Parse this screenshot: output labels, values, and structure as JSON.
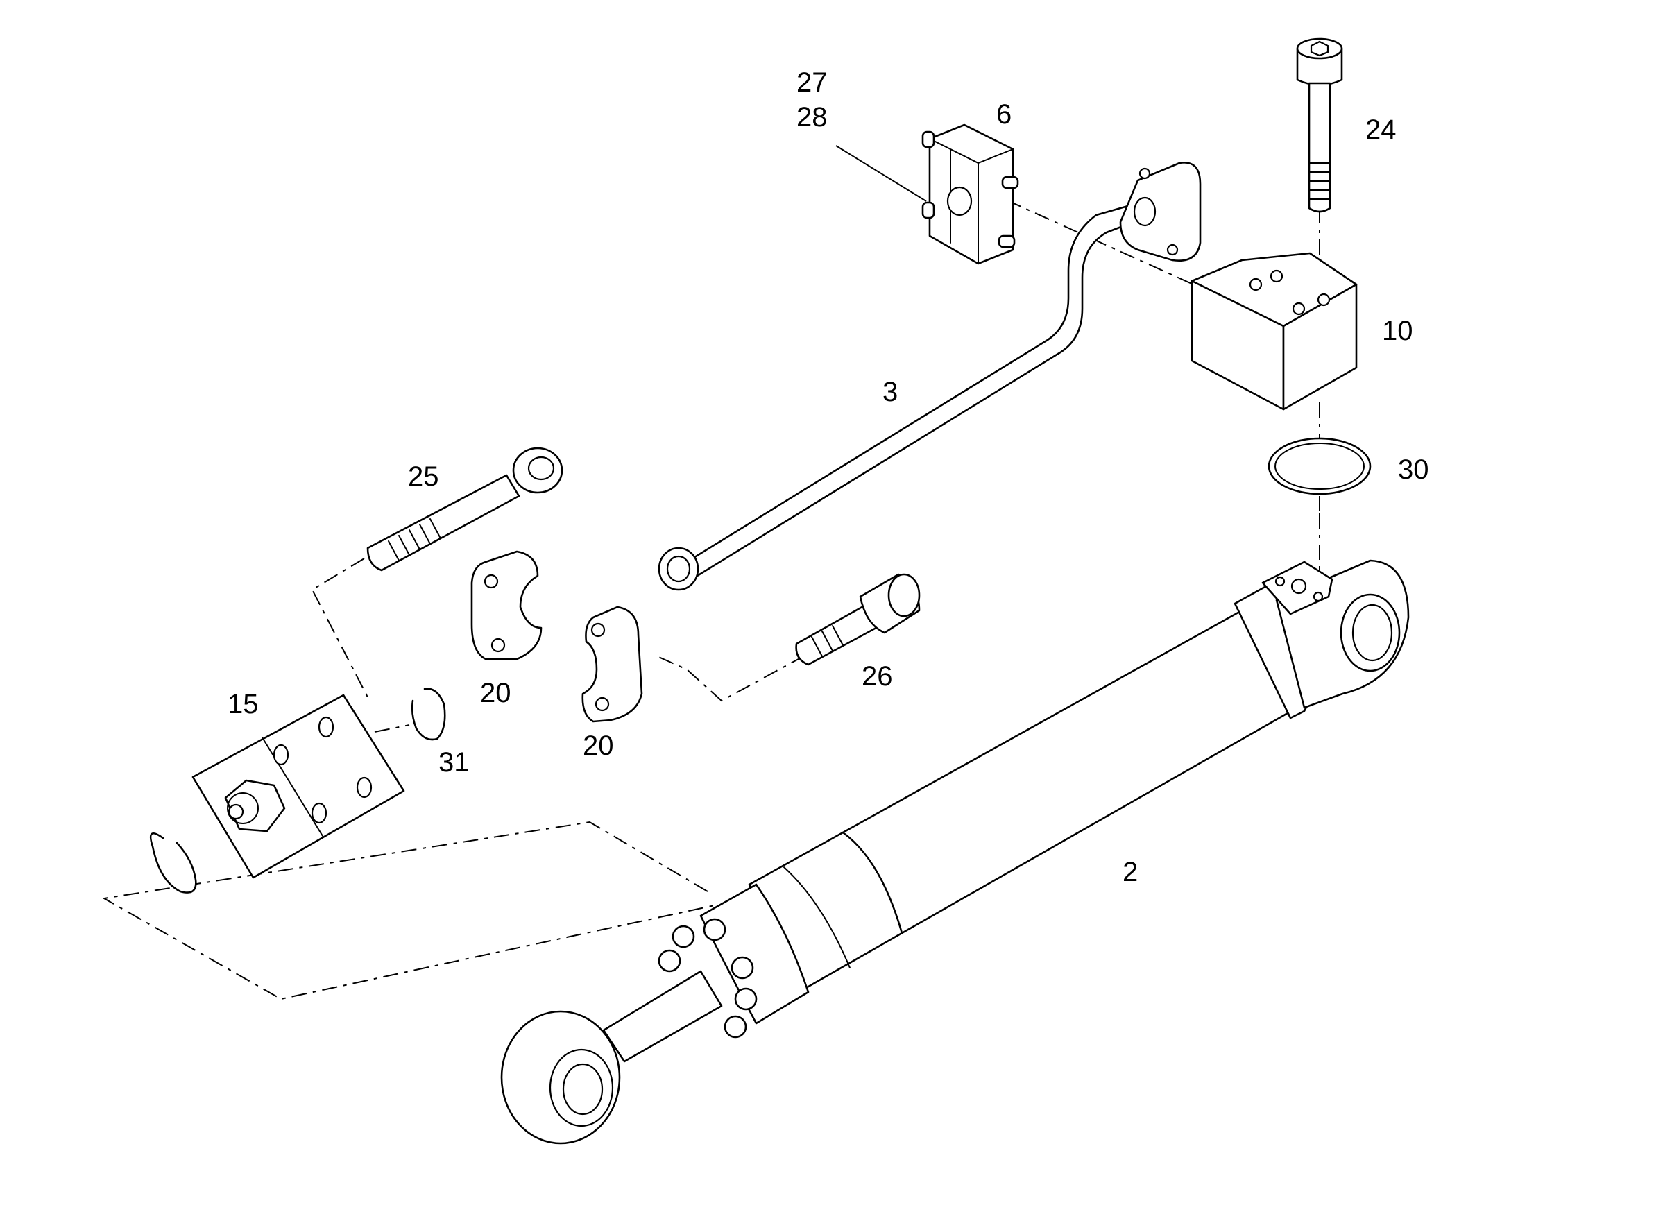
{
  "callouts": {
    "c27": "27",
    "c28": "28",
    "c6": "6",
    "c24": "24",
    "c10": "10",
    "c3": "3",
    "c30": "30",
    "c25": "25",
    "c20a": "20",
    "c20b": "20",
    "c26": "26",
    "c15": "15",
    "c31": "31",
    "c2": "2"
  },
  "colors": {
    "line": "#000000",
    "background": "#ffffff"
  }
}
